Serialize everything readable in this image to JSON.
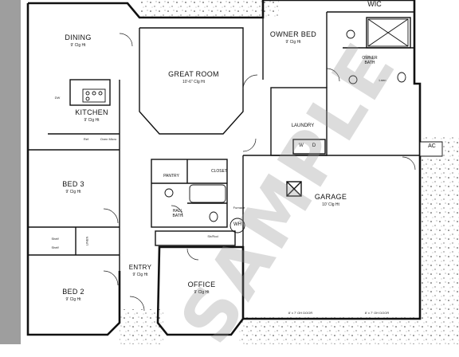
{
  "watermark": "SAMPLE",
  "rooms": {
    "dining": {
      "name": "DINING",
      "height": "9' Clg Ht"
    },
    "great_room": {
      "name": "GREAT ROOM",
      "height": "10'-6\" Clg Ht"
    },
    "owner_bed": {
      "name": "OWNER BED",
      "height": "9' Clg Ht"
    },
    "kitchen": {
      "name": "KITCHEN",
      "height": "9' Clg Ht"
    },
    "bed3": {
      "name": "BED 3",
      "height": "9' Clg Ht"
    },
    "bed2": {
      "name": "BED 2",
      "height": "9' Clg Ht"
    },
    "garage": {
      "name": "GARAGE",
      "height": "10' Clg Ht"
    },
    "office": {
      "name": "OFFICE",
      "height": "9' Clg Ht"
    },
    "entry": {
      "name": "ENTRY",
      "height": "9' Clg Ht"
    },
    "laundry": {
      "name": "LAUNDRY"
    },
    "wic": {
      "name": "WIC"
    },
    "owner_bath": {
      "name": "OWNER BATH"
    },
    "hall_bath": {
      "name": "HALL BATH"
    },
    "pantry": {
      "name": "PANTRY"
    },
    "closet": {
      "name": "CLOSET"
    },
    "linen": {
      "name": "LINEN"
    }
  },
  "fixtures": {
    "ac": "AC",
    "wh": "WH",
    "furnace": "Furnace",
    "dw": "DW",
    "refrigerator": "Ref",
    "oven": "Oven Micro",
    "washer": "W",
    "dryer": "D",
    "shelves1": "Shelf",
    "shelves2": "Shelf",
    "shelf_rod": "Sh/Rod",
    "cl_bath": "Lnen"
  },
  "door_notes": {
    "garage_door_1": "8' x 7' OH DOOR",
    "garage_door_2": "8' x 7' OH DOOR"
  }
}
